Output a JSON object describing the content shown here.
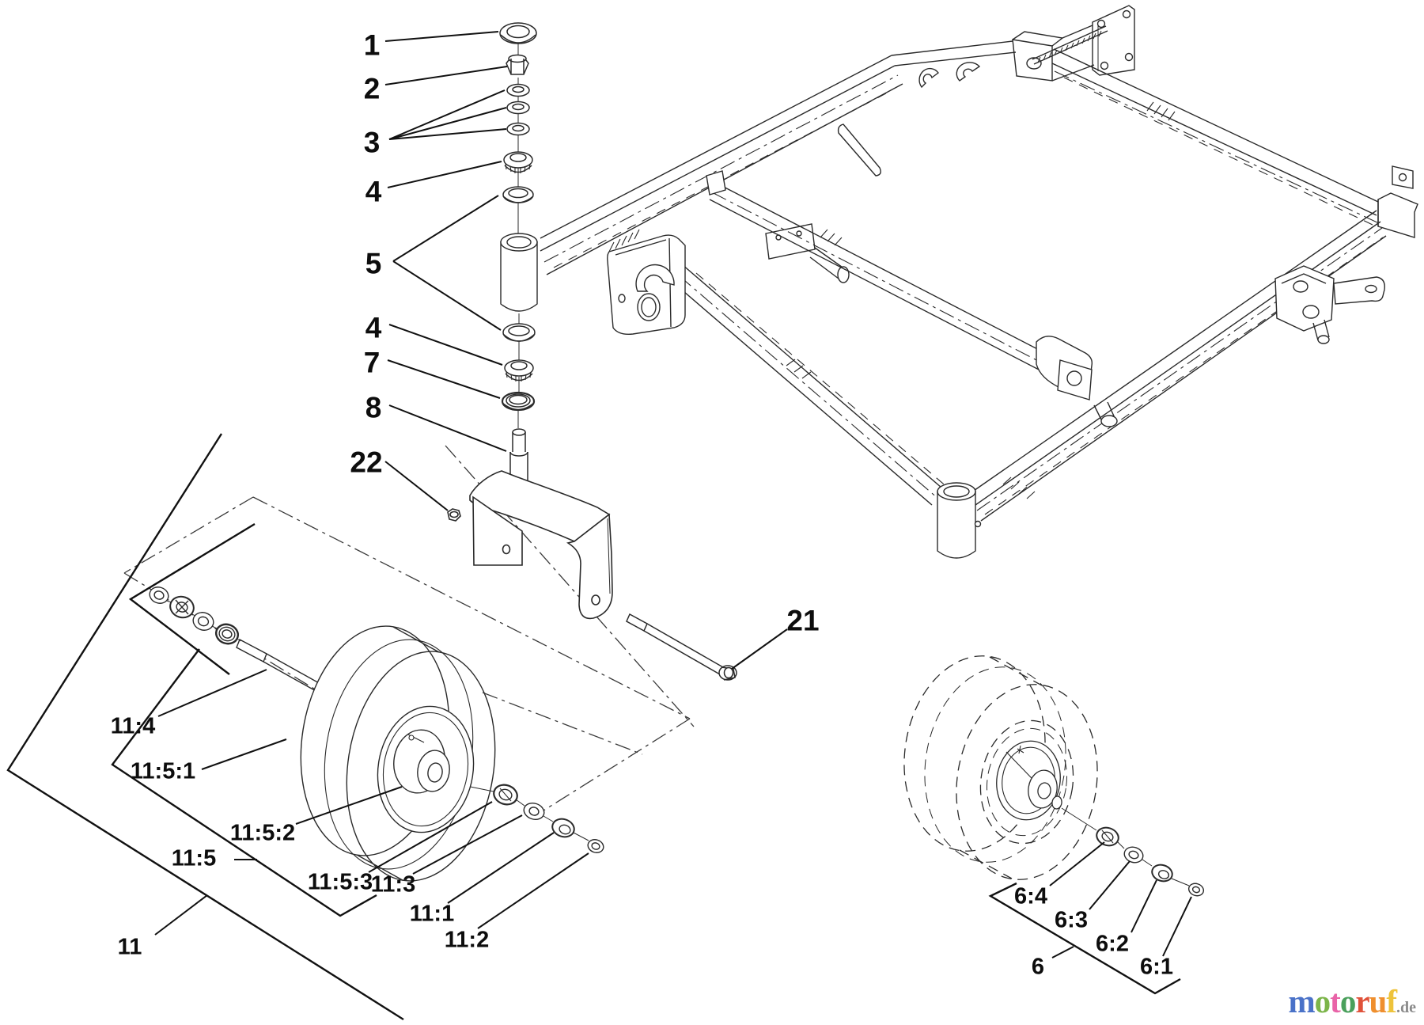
{
  "callouts": [
    {
      "text": "1"
    },
    {
      "text": "2"
    },
    {
      "text": "3"
    },
    {
      "text": "4"
    },
    {
      "text": "5"
    },
    {
      "text": "4"
    },
    {
      "text": "7"
    },
    {
      "text": "8"
    },
    {
      "text": "22"
    },
    {
      "text": "21"
    },
    {
      "text": "11:4"
    },
    {
      "text": "11:5:1"
    },
    {
      "text": "11:5:2"
    },
    {
      "text": "11:5"
    },
    {
      "text": "11:5:3"
    },
    {
      "text": "11:3"
    },
    {
      "text": "11:1"
    },
    {
      "text": "11:2"
    },
    {
      "text": "11"
    },
    {
      "text": "6:4"
    },
    {
      "text": "6:3"
    },
    {
      "text": "6:2"
    },
    {
      "text": "6"
    },
    {
      "text": "6:1"
    }
  ],
  "logo": {
    "word_letters": [
      {
        "ch": "m",
        "color": "#4a72c8"
      },
      {
        "ch": "o",
        "color": "#7cb54a"
      },
      {
        "ch": "t",
        "color": "#e964a8"
      },
      {
        "ch": "o",
        "color": "#4aa05c"
      },
      {
        "ch": "r",
        "color": "#e0523a"
      },
      {
        "ch": "u",
        "color": "#ef8f2e"
      },
      {
        "ch": "f",
        "color": "#eec33b"
      }
    ],
    "suffix": ".de"
  }
}
